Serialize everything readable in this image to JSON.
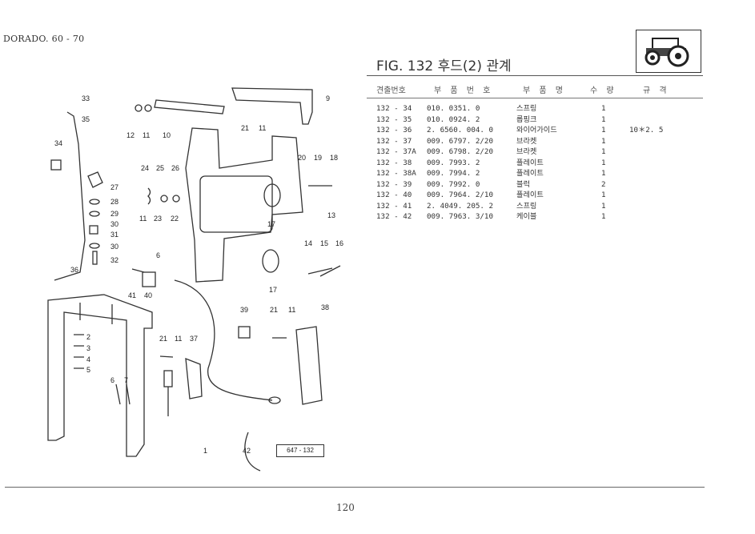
{
  "header": {
    "model": "DORADO. 60 - 70",
    "figure_title": "FIG. 132 후드(2) 관계"
  },
  "table": {
    "columns": [
      "견출번호",
      "부 품 번 호",
      "부 품 명",
      "수 량",
      "규 격"
    ],
    "rows": [
      {
        "ref": "132 - 34",
        "part": "010. 0351. 0",
        "name": "스프링",
        "qty": "1",
        "spec": ""
      },
      {
        "ref": "132 - 35",
        "part": "010. 0924. 2",
        "name": "롭핑크",
        "qty": "1",
        "spec": ""
      },
      {
        "ref": "132 - 36",
        "part": "2. 6560. 004. 0",
        "name": "와이어가이드",
        "qty": "1",
        "spec": "10＊2. 5"
      },
      {
        "ref": "132 - 37",
        "part": "009. 6797. 2/20",
        "name": "브라켓",
        "qty": "1",
        "spec": ""
      },
      {
        "ref": "132 - 37A",
        "part": "009. 6798. 2/20",
        "name": "브라켓",
        "qty": "1",
        "spec": ""
      },
      {
        "ref": "132 - 38",
        "part": "009. 7993. 2",
        "name": "플레이트",
        "qty": "1",
        "spec": ""
      },
      {
        "ref": "132 - 38A",
        "part": "009. 7994. 2",
        "name": "플레이트",
        "qty": "1",
        "spec": ""
      },
      {
        "ref": "132 - 39",
        "part": "009. 7992. 0",
        "name": "블럭",
        "qty": "2",
        "spec": ""
      },
      {
        "ref": "132 - 40",
        "part": "009. 7964. 2/10",
        "name": "플레이트",
        "qty": "1",
        "spec": ""
      },
      {
        "ref": "132 - 41",
        "part": "2. 4049. 205. 2",
        "name": "스프링",
        "qty": "1",
        "spec": ""
      },
      {
        "ref": "132 - 42",
        "part": "009. 7963. 3/10",
        "name": "케이블",
        "qty": "1",
        "spec": ""
      }
    ]
  },
  "diagram": {
    "callouts": [
      "33",
      "35",
      "34",
      "27",
      "28",
      "29",
      "30",
      "31",
      "30",
      "32",
      "36",
      "12",
      "11",
      "10",
      "24",
      "25",
      "26",
      "11",
      "23",
      "22",
      "6",
      "41",
      "40",
      "21",
      "11",
      "17",
      "17",
      "13",
      "9",
      "20",
      "19",
      "18",
      "14",
      "15",
      "16",
      "39",
      "21",
      "11",
      "38",
      "2",
      "3",
      "4",
      "5",
      "6",
      "7",
      "21",
      "11",
      "37",
      "1",
      "42"
    ],
    "stamp": "647 - 132"
  },
  "footer": {
    "page_number": "120"
  }
}
